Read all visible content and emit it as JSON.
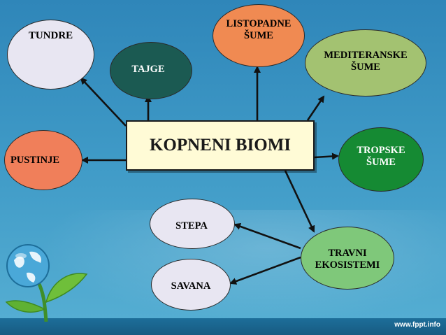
{
  "center": {
    "label": "KOPNENI BIOMI"
  },
  "nodes": {
    "tundre": {
      "label": "TUNDRE",
      "color": "#e8e6f2"
    },
    "tajge": {
      "label": "TAJGE",
      "color": "#1b5a52"
    },
    "listopadne": {
      "label": "LISTOPADNE\nŠUME",
      "color": "#f08a52"
    },
    "mediteranske": {
      "label": "MEDITERANSKE\nŠUME",
      "color": "#a3c271"
    },
    "pustinje": {
      "label": "PUSTINJE",
      "color": "#f07f5a"
    },
    "tropske": {
      "label": "TROPSKE\nŠUME",
      "color": "#158a33"
    },
    "stepa": {
      "label": "STEPA",
      "color": "#e8e6f2"
    },
    "savana": {
      "label": "SAVANA",
      "color": "#e8e6f2"
    },
    "travni": {
      "label": "TRAVNI\nEKOSISTEMI",
      "color": "#7fc87a"
    }
  },
  "footer": {
    "site": "www.fppt.info"
  }
}
